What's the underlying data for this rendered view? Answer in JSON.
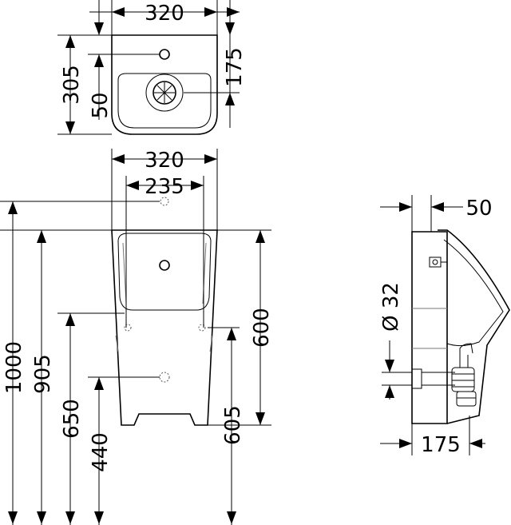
{
  "top_view": {
    "width": "320",
    "depth": "305",
    "inlet_offset": "175",
    "drain_offset": "50"
  },
  "front_view": {
    "width": "320",
    "fixing_distance": "235",
    "total_height": "1000",
    "rim_height": "905",
    "fixing_height": "650",
    "outlet_height": "440",
    "bowl_height": "600",
    "lower_fixing_height": "605"
  },
  "side_view": {
    "wall_offset": "50",
    "pipe_diameter": "Ø 32",
    "projection": "175"
  }
}
